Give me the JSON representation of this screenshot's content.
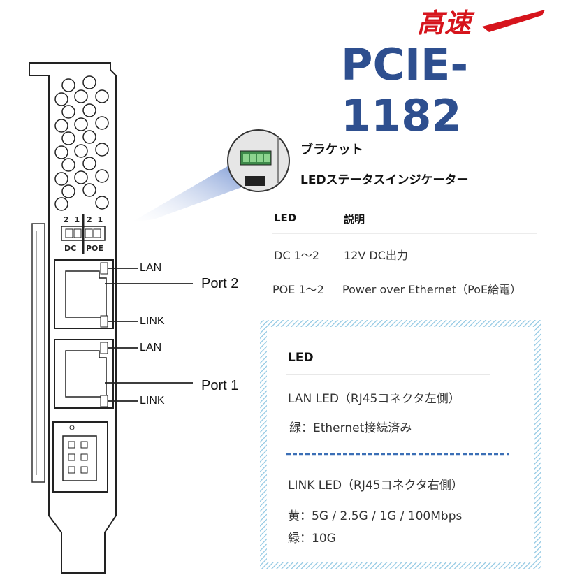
{
  "brand": {
    "kousoku": "高速",
    "model": "PCIE-1182"
  },
  "bracket": {
    "title": "ブラケット",
    "subtitle": "LEDステータスインジケーター"
  },
  "board": {
    "dc_digits": "2 1",
    "poe_digits": "2 1",
    "dc_label": "DC",
    "poe_label": "POE",
    "ports": [
      {
        "label": "Port 2",
        "lan": "LAN",
        "link": "LINK"
      },
      {
        "label": "Port 1",
        "lan": "LAN",
        "link": "LINK"
      }
    ]
  },
  "table": {
    "headers": [
      "LED",
      "説明"
    ],
    "rows": [
      [
        "DC 1～2",
        "12V DC出力"
      ],
      [
        "POE 1～2",
        "Power over Ethernet（PoE給電）"
      ]
    ]
  },
  "led_box": {
    "title": "LED",
    "lan_heading": "LAN LED（RJ45コネクタ左側）",
    "lan_line": "緑：Ethernet接続済み",
    "link_heading": "LINK LED（RJ45コネクタ右側）",
    "link_line1": "黄：5G / 2.5G / 1G / 100Mbps",
    "link_line2": "緑：10G"
  },
  "colors": {
    "brand_red": "#d6141c",
    "model_blue": "#2e4f8f",
    "box_border": "#8ec6e2",
    "dash": "#3b6fb6"
  }
}
